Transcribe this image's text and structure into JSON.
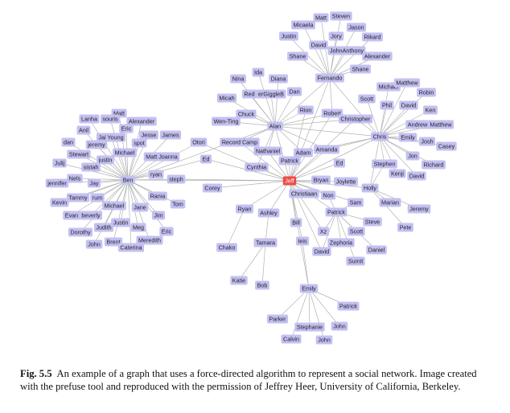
{
  "figure": {
    "nodes": [
      {
        "id": "jeff",
        "label": "Jeff",
        "highlight": true
      },
      {
        "id": "alan",
        "label": "Alan"
      },
      {
        "id": "ben",
        "label": "Ben"
      },
      {
        "id": "chris",
        "label": "Chris"
      },
      {
        "id": "fernando",
        "label": "Fernando"
      },
      {
        "id": "emily_b",
        "label": "Emily"
      },
      {
        "id": "adam",
        "label": "Adam"
      },
      {
        "id": "amanda",
        "label": "Amanda"
      },
      {
        "id": "patrick_c",
        "label": "Patrick"
      },
      {
        "id": "nathaniel",
        "label": "Nathaniel"
      },
      {
        "id": "cynthia",
        "label": "Cynthia"
      },
      {
        "id": "ed_c",
        "label": "Ed"
      },
      {
        "id": "bryan",
        "label": "Bryan"
      },
      {
        "id": "joylette",
        "label": "Joylette"
      },
      {
        "id": "christiaan",
        "label": "Christiaan"
      },
      {
        "id": "non",
        "label": "Non"
      },
      {
        "id": "sam",
        "label": "Sam"
      },
      {
        "id": "patrick_m",
        "label": "Patrick"
      },
      {
        "id": "steve",
        "label": "Steve"
      },
      {
        "id": "scott_m",
        "label": "Scott"
      },
      {
        "id": "daniel",
        "label": "Daniel"
      },
      {
        "id": "sumit",
        "label": "Sumit"
      },
      {
        "id": "zephoria",
        "label": "Zephoria"
      },
      {
        "id": "xz",
        "label": "Xz"
      },
      {
        "id": "david_m",
        "label": "David"
      },
      {
        "id": "bill",
        "label": "Bill"
      },
      {
        "id": "ieis",
        "label": "Ieis"
      },
      {
        "id": "ashley",
        "label": "Ashley"
      },
      {
        "id": "tamara",
        "label": "Tamara"
      },
      {
        "id": "katie",
        "label": "Katie"
      },
      {
        "id": "bob",
        "label": "Bob"
      },
      {
        "id": "ryan_m",
        "label": "Ryan"
      },
      {
        "id": "chako",
        "label": "Chako"
      },
      {
        "id": "corey",
        "label": "Corey"
      },
      {
        "id": "steph",
        "label": "steph"
      },
      {
        "id": "ryan_l",
        "label": "ryan"
      },
      {
        "id": "ed_l",
        "label": "Ed"
      },
      {
        "id": "otori",
        "label": "Otori"
      },
      {
        "id": "record_camp",
        "label": "Record Camp"
      },
      {
        "id": "wen_ting",
        "label": "Wen-Ting"
      },
      {
        "id": "chuck",
        "label": "Chuck"
      },
      {
        "id": "rion",
        "label": "Rion"
      },
      {
        "id": "robert",
        "label": "Robert"
      },
      {
        "id": "christopher",
        "label": "Christopher"
      },
      {
        "id": "nina",
        "label": "Nina"
      },
      {
        "id": "ida",
        "label": "Ida"
      },
      {
        "id": "diana",
        "label": "Diana"
      },
      {
        "id": "red",
        "label": "Red"
      },
      {
        "id": "dan",
        "label": "Dan"
      },
      {
        "id": "ergiggleb",
        "label": "erGiggleB"
      },
      {
        "id": "micah",
        "label": "Micah"
      },
      {
        "id": "matt_f",
        "label": "Matt"
      },
      {
        "id": "steven",
        "label": "Steven"
      },
      {
        "id": "micaela",
        "label": "Micaela"
      },
      {
        "id": "jason",
        "label": "Jason"
      },
      {
        "id": "justin_f",
        "label": "Justin"
      },
      {
        "id": "jory",
        "label": "Jory"
      },
      {
        "id": "rikard",
        "label": "Rikard"
      },
      {
        "id": "david_f",
        "label": "David"
      },
      {
        "id": "shane_f1",
        "label": "Shane"
      },
      {
        "id": "johnanthony",
        "label": "JohnAnthony"
      },
      {
        "id": "alexander_f",
        "label": "Alexander"
      },
      {
        "id": "shane_f2",
        "label": "Shane"
      },
      {
        "id": "michael_c",
        "label": "Michael"
      },
      {
        "id": "matthew_c",
        "label": "Matthew"
      },
      {
        "id": "robin",
        "label": "Robin"
      },
      {
        "id": "scott_c",
        "label": "Scott"
      },
      {
        "id": "phil",
        "label": "Phil"
      },
      {
        "id": "david_c",
        "label": "David"
      },
      {
        "id": "ken",
        "label": "Ken"
      },
      {
        "id": "andrew",
        "label": "Andrew"
      },
      {
        "id": "matthew_c2",
        "label": "Matthew"
      },
      {
        "id": "emily_c",
        "label": "Emily"
      },
      {
        "id": "josh",
        "label": "Josh"
      },
      {
        "id": "casey",
        "label": "Casey"
      },
      {
        "id": "jon",
        "label": "Jon"
      },
      {
        "id": "stephen",
        "label": "Stephen"
      },
      {
        "id": "richard",
        "label": "Richard"
      },
      {
        "id": "kenji",
        "label": "Kenji"
      },
      {
        "id": "david_c2",
        "label": "David"
      },
      {
        "id": "holly",
        "label": "Holly"
      },
      {
        "id": "marian",
        "label": "Marian"
      },
      {
        "id": "jeremy_c",
        "label": "Jeremy"
      },
      {
        "id": "pete",
        "label": "Pete"
      },
      {
        "id": "matt_b",
        "label": "Matt"
      },
      {
        "id": "lanha",
        "label": "Lanha"
      },
      {
        "id": "souris",
        "label": "souris"
      },
      {
        "id": "alexander_b",
        "label": "Alexander"
      },
      {
        "id": "anil",
        "label": "Anil"
      },
      {
        "id": "eric_b",
        "label": "Eric"
      },
      {
        "id": "jai_young",
        "label": "Jai Young"
      },
      {
        "id": "jesse",
        "label": "Jesse"
      },
      {
        "id": "james",
        "label": "James"
      },
      {
        "id": "dan_b",
        "label": "dan"
      },
      {
        "id": "jeremy_b",
        "label": "jeremy"
      },
      {
        "id": "spot",
        "label": "spot"
      },
      {
        "id": "michael_b",
        "label": "Michael"
      },
      {
        "id": "matt_joanna",
        "label": "Matt Joanna"
      },
      {
        "id": "stewart",
        "label": "Stewart"
      },
      {
        "id": "justin_b",
        "label": "justin"
      },
      {
        "id": "julij",
        "label": "Julij"
      },
      {
        "id": "sistah",
        "label": "sistah"
      },
      {
        "id": "nels",
        "label": "Nels"
      },
      {
        "id": "jennifer",
        "label": "jennifer"
      },
      {
        "id": "jay",
        "label": "Jay"
      },
      {
        "id": "tammy",
        "label": "Tammy"
      },
      {
        "id": "rum",
        "label": "rum"
      },
      {
        "id": "rania",
        "label": "Rania"
      },
      {
        "id": "kevin",
        "label": "Kevin"
      },
      {
        "id": "michael_b2",
        "label": "Michael"
      },
      {
        "id": "tom",
        "label": "Tom"
      },
      {
        "id": "jane",
        "label": "Jane"
      },
      {
        "id": "evan",
        "label": "Evan"
      },
      {
        "id": "beverly",
        "label": "beverly"
      },
      {
        "id": "jim",
        "label": "Jim"
      },
      {
        "id": "justin_b2",
        "label": "Justin"
      },
      {
        "id": "judith",
        "label": "Judith"
      },
      {
        "id": "meg",
        "label": "Meg"
      },
      {
        "id": "dorothy",
        "label": "Dorothy"
      },
      {
        "id": "eric_b2",
        "label": "Eric"
      },
      {
        "id": "brent",
        "label": "Brent"
      },
      {
        "id": "meredith",
        "label": "Meredith"
      },
      {
        "id": "john_b",
        "label": "John"
      },
      {
        "id": "caterina",
        "label": "Caterina"
      },
      {
        "id": "parker",
        "label": "Parker"
      },
      {
        "id": "patrick_e",
        "label": "Patrick"
      },
      {
        "id": "stephanie",
        "label": "Stephanie"
      },
      {
        "id": "john_e1",
        "label": "John"
      },
      {
        "id": "calvin",
        "label": "Calvin"
      },
      {
        "id": "john_e2",
        "label": "John"
      }
    ],
    "edges": [
      [
        "jeff",
        "alan"
      ],
      [
        "jeff",
        "ben"
      ],
      [
        "jeff",
        "chris"
      ],
      [
        "jeff",
        "fernando"
      ],
      [
        "jeff",
        "adam"
      ],
      [
        "jeff",
        "amanda"
      ],
      [
        "jeff",
        "patrick_c"
      ],
      [
        "jeff",
        "nathaniel"
      ],
      [
        "jeff",
        "cynthia"
      ],
      [
        "jeff",
        "ed_c"
      ],
      [
        "jeff",
        "bryan"
      ],
      [
        "jeff",
        "joylette"
      ],
      [
        "jeff",
        "christiaan"
      ],
      [
        "jeff",
        "non"
      ],
      [
        "jeff",
        "sam"
      ],
      [
        "jeff",
        "patrick_m"
      ],
      [
        "jeff",
        "ashley"
      ],
      [
        "jeff",
        "ryan_m"
      ],
      [
        "jeff",
        "corey"
      ],
      [
        "jeff",
        "steph"
      ],
      [
        "jeff",
        "record_camp"
      ],
      [
        "jeff",
        "otori"
      ],
      [
        "jeff",
        "ed_l"
      ],
      [
        "jeff",
        "bill"
      ],
      [
        "jeff",
        "ieis"
      ],
      [
        "jeff",
        "holly"
      ],
      [
        "jeff",
        "robert"
      ],
      [
        "jeff",
        "christopher"
      ],
      [
        "jeff",
        "rion"
      ],
      [
        "jeff",
        "emily_b"
      ],
      [
        "jeff",
        "david_m"
      ],
      [
        "jeff",
        "xz"
      ],
      [
        "alan",
        "fernando"
      ],
      [
        "alan",
        "chris"
      ],
      [
        "alan",
        "ben"
      ],
      [
        "alan",
        "wen_ting"
      ],
      [
        "alan",
        "chuck"
      ],
      [
        "alan",
        "nina"
      ],
      [
        "alan",
        "ida"
      ],
      [
        "alan",
        "diana"
      ],
      [
        "alan",
        "red"
      ],
      [
        "alan",
        "dan"
      ],
      [
        "alan",
        "ergiggleb"
      ],
      [
        "alan",
        "micah"
      ],
      [
        "alan",
        "rion"
      ],
      [
        "alan",
        "robert"
      ],
      [
        "alan",
        "christopher"
      ],
      [
        "alan",
        "nathaniel"
      ],
      [
        "alan",
        "cynthia"
      ],
      [
        "alan",
        "adam"
      ],
      [
        "alan",
        "record_camp"
      ],
      [
        "alan",
        "amanda"
      ],
      [
        "fernando",
        "matt_f"
      ],
      [
        "fernando",
        "steven"
      ],
      [
        "fernando",
        "micaela"
      ],
      [
        "fernando",
        "jason"
      ],
      [
        "fernando",
        "justin_f"
      ],
      [
        "fernando",
        "jory"
      ],
      [
        "fernando",
        "rikard"
      ],
      [
        "fernando",
        "david_f"
      ],
      [
        "fernando",
        "shane_f1"
      ],
      [
        "fernando",
        "johnanthony"
      ],
      [
        "fernando",
        "alexander_f"
      ],
      [
        "fernando",
        "shane_f2"
      ],
      [
        "fernando",
        "chris"
      ],
      [
        "fernando",
        "robert"
      ],
      [
        "chris",
        "michael_c"
      ],
      [
        "chris",
        "matthew_c"
      ],
      [
        "chris",
        "robin"
      ],
      [
        "chris",
        "scott_c"
      ],
      [
        "chris",
        "phil"
      ],
      [
        "chris",
        "david_c"
      ],
      [
        "chris",
        "ken"
      ],
      [
        "chris",
        "andrew"
      ],
      [
        "chris",
        "matthew_c2"
      ],
      [
        "chris",
        "emily_c"
      ],
      [
        "chris",
        "josh"
      ],
      [
        "chris",
        "casey"
      ],
      [
        "chris",
        "jon"
      ],
      [
        "chris",
        "stephen"
      ],
      [
        "chris",
        "richard"
      ],
      [
        "chris",
        "kenji"
      ],
      [
        "chris",
        "david_c2"
      ],
      [
        "chris",
        "holly"
      ],
      [
        "chris",
        "christopher"
      ],
      [
        "chris",
        "adam"
      ],
      [
        "chris",
        "amanda"
      ],
      [
        "holly",
        "marian"
      ],
      [
        "holly",
        "jeremy_c"
      ],
      [
        "holly",
        "pete"
      ],
      [
        "holly",
        "stephen"
      ],
      [
        "ben",
        "matt_b"
      ],
      [
        "ben",
        "lanha"
      ],
      [
        "ben",
        "souris"
      ],
      [
        "ben",
        "alexander_b"
      ],
      [
        "ben",
        "anil"
      ],
      [
        "ben",
        "eric_b"
      ],
      [
        "ben",
        "jai_young"
      ],
      [
        "ben",
        "jesse"
      ],
      [
        "ben",
        "james"
      ],
      [
        "ben",
        "dan_b"
      ],
      [
        "ben",
        "jeremy_b"
      ],
      [
        "ben",
        "spot"
      ],
      [
        "ben",
        "michael_b"
      ],
      [
        "ben",
        "matt_joanna"
      ],
      [
        "ben",
        "stewart"
      ],
      [
        "ben",
        "justin_b"
      ],
      [
        "ben",
        "julij"
      ],
      [
        "ben",
        "sistah"
      ],
      [
        "ben",
        "nels"
      ],
      [
        "ben",
        "jennifer"
      ],
      [
        "ben",
        "jay"
      ],
      [
        "ben",
        "tammy"
      ],
      [
        "ben",
        "rum"
      ],
      [
        "ben",
        "rania"
      ],
      [
        "ben",
        "kevin"
      ],
      [
        "ben",
        "michael_b2"
      ],
      [
        "ben",
        "tom"
      ],
      [
        "ben",
        "jane"
      ],
      [
        "ben",
        "evan"
      ],
      [
        "ben",
        "beverly"
      ],
      [
        "ben",
        "jim"
      ],
      [
        "ben",
        "justin_b2"
      ],
      [
        "ben",
        "judith"
      ],
      [
        "ben",
        "meg"
      ],
      [
        "ben",
        "dorothy"
      ],
      [
        "ben",
        "eric_b2"
      ],
      [
        "ben",
        "brent"
      ],
      [
        "ben",
        "meredith"
      ],
      [
        "ben",
        "john_b"
      ],
      [
        "ben",
        "caterina"
      ],
      [
        "ben",
        "ryan_l"
      ],
      [
        "ben",
        "steph"
      ],
      [
        "ben",
        "otori"
      ],
      [
        "ben",
        "ed_l"
      ],
      [
        "patrick_m",
        "steve"
      ],
      [
        "patrick_m",
        "scott_m"
      ],
      [
        "patrick_m",
        "daniel"
      ],
      [
        "patrick_m",
        "sumit"
      ],
      [
        "patrick_m",
        "zephoria"
      ],
      [
        "patrick_m",
        "xz"
      ],
      [
        "patrick_m",
        "david_m"
      ],
      [
        "patrick_m",
        "non"
      ],
      [
        "patrick_m",
        "sam"
      ],
      [
        "ashley",
        "tamara"
      ],
      [
        "tamara",
        "katie"
      ],
      [
        "tamara",
        "bob"
      ],
      [
        "ryan_m",
        "chako"
      ],
      [
        "ieis",
        "emily_b"
      ],
      [
        "emily_b",
        "parker"
      ],
      [
        "emily_b",
        "patrick_e"
      ],
      [
        "emily_b",
        "stephanie"
      ],
      [
        "emily_b",
        "john_e1"
      ],
      [
        "emily_b",
        "calvin"
      ],
      [
        "emily_b",
        "john_e2"
      ]
    ]
  },
  "caption": {
    "label": "Fig. 5.5",
    "text": "An example of a graph that uses a force-directed algorithm to represent a social network. Image created with the prefuse tool and reproduced with the permission of Jeffrey Heer, University of California, Berkeley."
  }
}
